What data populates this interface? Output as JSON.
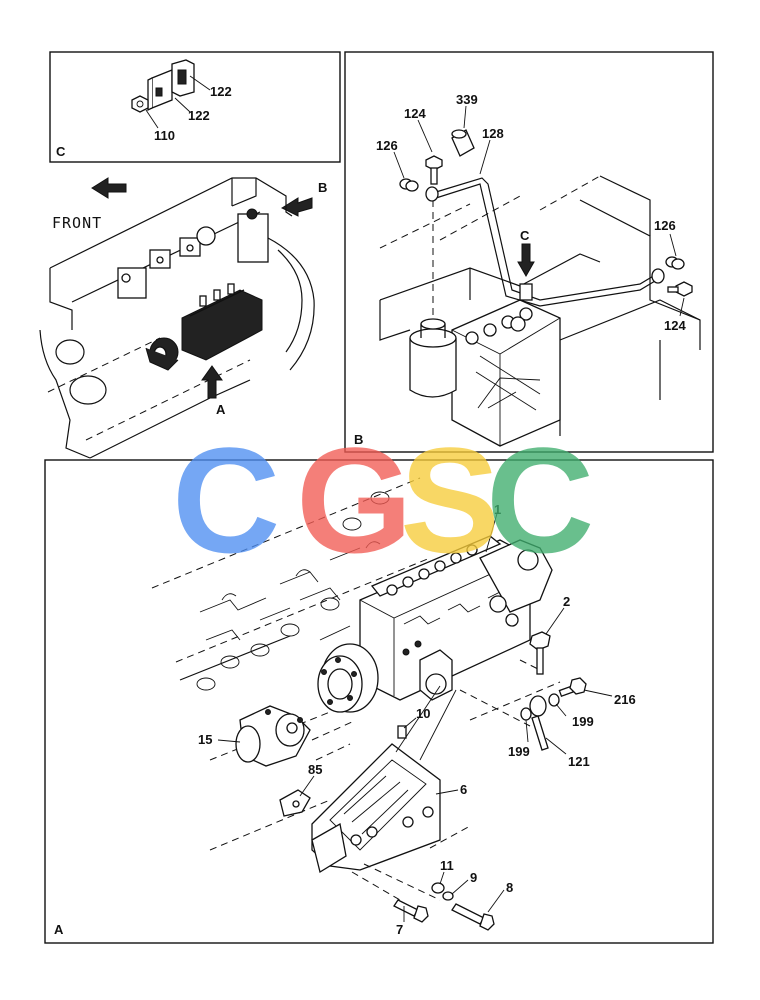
{
  "panels": {
    "c": {
      "letter": "C",
      "labels": [
        "122",
        "122",
        "110"
      ]
    },
    "b": {
      "letter": "B",
      "labels": [
        "339",
        "124",
        "128",
        "126",
        "C",
        "126",
        "124"
      ]
    },
    "overview": {
      "front_text": "FRONT",
      "arrow_b": "B",
      "arrow_a": "A"
    },
    "a": {
      "letter": "A",
      "labels": [
        "1",
        "2",
        "216",
        "199",
        "199",
        "121",
        "10",
        "15",
        "85",
        "6",
        "11",
        "9",
        "8",
        "7"
      ]
    }
  },
  "watermark": {
    "letters": [
      "C",
      "G",
      "S",
      "C"
    ],
    "colors": [
      "#4f8ff2",
      "#f25c54",
      "#f7cd3a",
      "#3fae6e"
    ]
  }
}
